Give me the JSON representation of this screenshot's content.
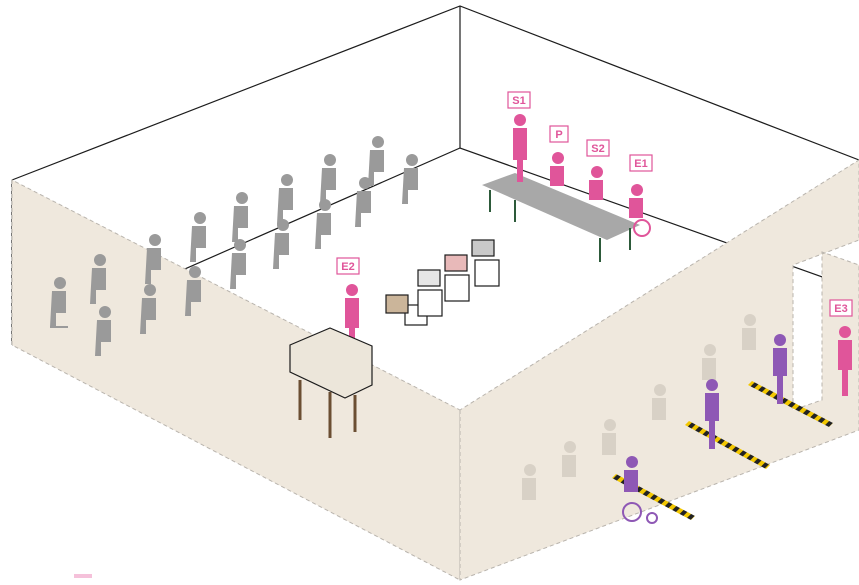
{
  "colors": {
    "wall_fill": "#efe8dd",
    "wall_edge": "#b9b4ad",
    "floor": "#ffffff",
    "outline": "#1c1c1c",
    "seated_public": "#9a9a9a",
    "queue_ghost": "#d8d1c6",
    "staff": "#e0559a",
    "voters": "#8e58b5",
    "table": "#a8a8a8",
    "booth": "#6b4e32",
    "hazard_yellow": "#f2c700"
  },
  "labels": {
    "s1": "S1",
    "p": "P",
    "s2": "S2",
    "e1": "E1",
    "e2": "E2",
    "e3": "E3"
  }
}
